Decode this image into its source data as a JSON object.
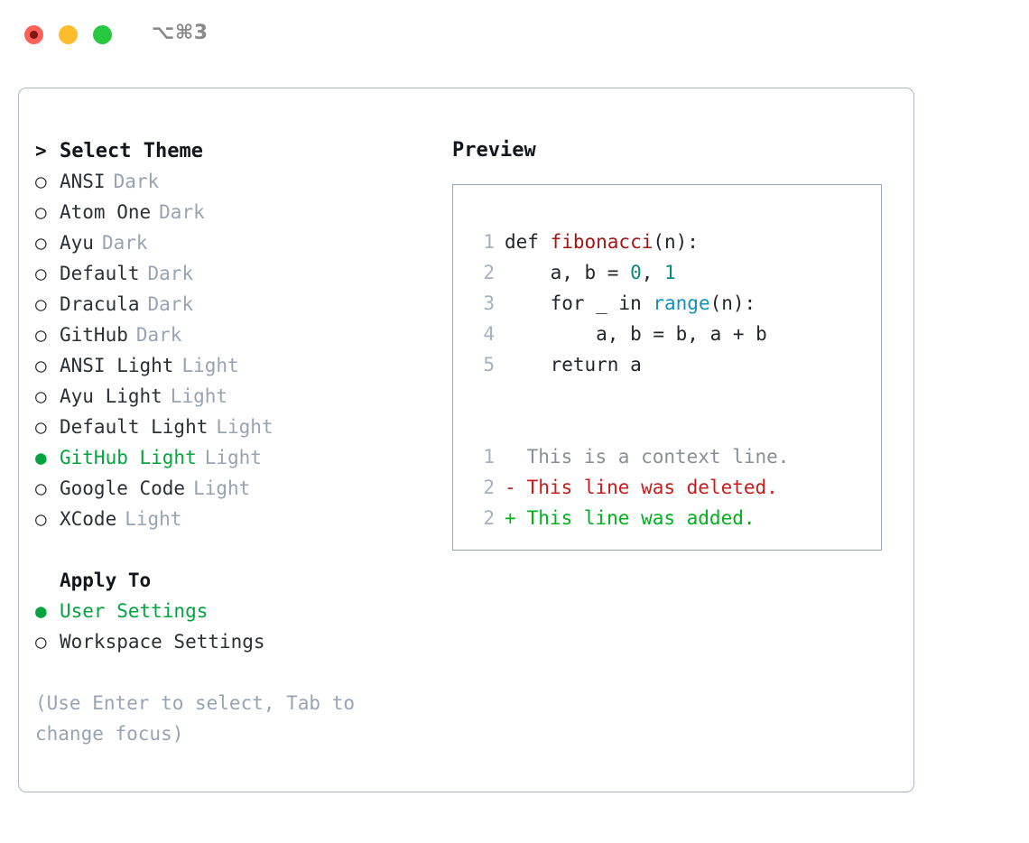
{
  "window": {
    "shortcut": "⌥⌘3",
    "traffic_lights": [
      {
        "name": "close",
        "color": "#ff6158"
      },
      {
        "name": "minimize",
        "color": "#ffbd2e"
      },
      {
        "name": "zoom",
        "color": "#28c840"
      }
    ]
  },
  "colors": {
    "accent_selected": "#04a43f",
    "muted": "#98a3b3",
    "text": "#2b2f36",
    "border": "#aeb7c4",
    "preview_border": "#9aa5b3",
    "syntax_function": "#a51515",
    "syntax_number": "#0a8a7c",
    "syntax_call": "#1490bd",
    "diff_context": "#8a8f96",
    "diff_deleted": "#c91c1c",
    "diff_added": "#00b01f"
  },
  "theme_list": {
    "header": {
      "marker": ">",
      "label": "Select Theme"
    },
    "items": [
      {
        "marker": "○",
        "label": "ANSI",
        "tag": "Dark",
        "selected": false
      },
      {
        "marker": "○",
        "label": "Atom One",
        "tag": "Dark",
        "selected": false
      },
      {
        "marker": "○",
        "label": "Ayu",
        "tag": "Dark",
        "selected": false
      },
      {
        "marker": "○",
        "label": "Default",
        "tag": "Dark",
        "selected": false
      },
      {
        "marker": "○",
        "label": "Dracula",
        "tag": "Dark",
        "selected": false
      },
      {
        "marker": "○",
        "label": "GitHub",
        "tag": "Dark",
        "selected": false
      },
      {
        "marker": "○",
        "label": "ANSI Light",
        "tag": "Light",
        "selected": false
      },
      {
        "marker": "○",
        "label": "Ayu Light",
        "tag": "Light",
        "selected": false
      },
      {
        "marker": "○",
        "label": "Default Light",
        "tag": "Light",
        "selected": false
      },
      {
        "marker": "●",
        "label": "GitHub Light",
        "tag": "Light",
        "selected": true
      },
      {
        "marker": "○",
        "label": "Google Code",
        "tag": "Light",
        "selected": false
      },
      {
        "marker": "○",
        "label": "XCode",
        "tag": "Light",
        "selected": false
      }
    ]
  },
  "apply_to": {
    "header": {
      "marker": "",
      "label": "Apply To"
    },
    "items": [
      {
        "marker": "●",
        "label": "User Settings",
        "selected": true
      },
      {
        "marker": "○",
        "label": "Workspace Settings",
        "selected": false
      }
    ]
  },
  "help_text": "(Use Enter to select, Tab to change focus)",
  "preview": {
    "title": "Preview",
    "code_lines": [
      {
        "lineno": "1",
        "tokens": [
          {
            "text": "def ",
            "type": "plain"
          },
          {
            "text": "fibonacci",
            "type": "function"
          },
          {
            "text": "(n):",
            "type": "plain"
          }
        ]
      },
      {
        "lineno": "2",
        "tokens": [
          {
            "text": "    a, b = ",
            "type": "plain"
          },
          {
            "text": "0",
            "type": "number"
          },
          {
            "text": ", ",
            "type": "plain"
          },
          {
            "text": "1",
            "type": "number"
          }
        ]
      },
      {
        "lineno": "3",
        "tokens": [
          {
            "text": "    for _ in ",
            "type": "plain"
          },
          {
            "text": "range",
            "type": "call"
          },
          {
            "text": "(n):",
            "type": "plain"
          }
        ]
      },
      {
        "lineno": "4",
        "tokens": [
          {
            "text": "        a, b = b, a + b",
            "type": "plain"
          }
        ]
      },
      {
        "lineno": "5",
        "tokens": [
          {
            "text": "    return a",
            "type": "plain"
          }
        ]
      }
    ],
    "diff_lines": [
      {
        "lineno": "1",
        "sign": " ",
        "text": " This is a context line.",
        "kind": "context"
      },
      {
        "lineno": "2",
        "sign": "-",
        "text": " This line was deleted.",
        "kind": "deleted"
      },
      {
        "lineno": "2",
        "sign": "+",
        "text": " This line was added.",
        "kind": "added"
      }
    ]
  }
}
